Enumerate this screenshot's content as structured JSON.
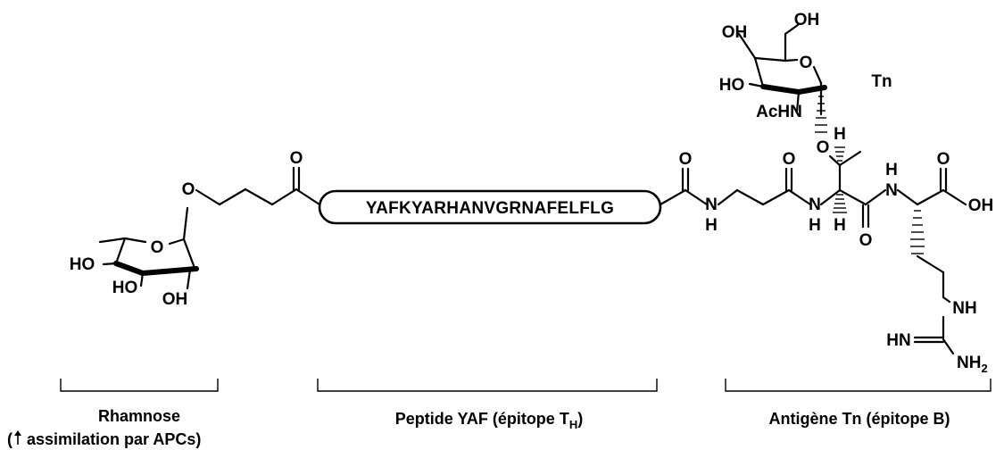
{
  "peptide": {
    "sequence": "YAFKYARHANVGRNAFELFLG"
  },
  "atoms": {
    "o_ether": "O",
    "o_ring_rha": "O",
    "ho_rha_1": "HO",
    "ho_rha_2": "HO",
    "oh_rha": "OH",
    "o_keto": "O",
    "o_amide1": "O",
    "n_amide1": "N",
    "h_amide1": "H",
    "o_amide2": "O",
    "n_amide2": "N",
    "h_amide2": "H",
    "h_alpha1": "H",
    "h_beta": "H",
    "o_glyco": "O",
    "o_amide3": "O",
    "h_amide3": "H",
    "n_amide3": "N",
    "o_acid": "O",
    "oh_acid": "OH",
    "nh_guan": "NH",
    "hn_guan": "HN",
    "nh2_guan": "NH",
    "nh2_sub": "2",
    "oh_tn_1": "OH",
    "oh_tn_2": "OH",
    "o_ring_tn": "O",
    "ho_tn": "HO",
    "achn_tn": "AcHN",
    "tn_label": "Tn"
  },
  "captions": {
    "rhamnose": "Rhamnose",
    "rhamnose_note": "assimilation par APCs)",
    "peptide": "Peptide YAF (épitope T",
    "peptide_sub": "H",
    "peptide_close": ")",
    "tn": "Antigène Tn (épitope B)"
  }
}
